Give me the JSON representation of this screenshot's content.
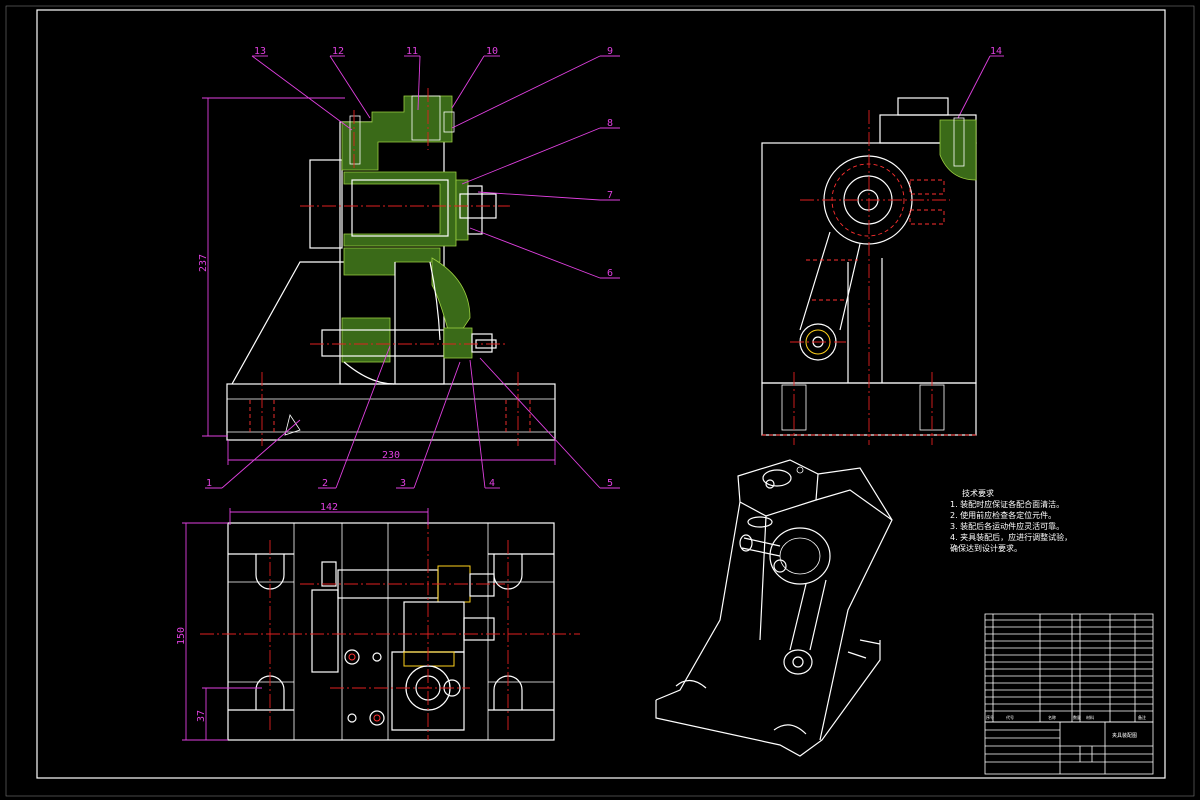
{
  "drawing": {
    "balloons": [
      "1",
      "2",
      "3",
      "4",
      "5",
      "6",
      "7",
      "8",
      "9",
      "10",
      "11",
      "12",
      "13",
      "14"
    ],
    "dimensions": {
      "height_front": "237",
      "width_front": "230",
      "width_top": "142",
      "height_top": "150",
      "small_top": "37"
    },
    "notes": {
      "title": "技术要求",
      "lines": [
        "1.  装配时应保证各配合面清洁。",
        "2.  使用前应检查各定位元件。",
        "3.  装配后各运动件应灵活可靠。",
        "4.  夹具装配后，应进行调整试验，",
        "     确保达到设计要求。"
      ]
    },
    "title_block": {
      "drawing_name": "夹具装配图",
      "headers": [
        "序号",
        "代号",
        "名称",
        "数量",
        "材料",
        "备注"
      ]
    }
  }
}
